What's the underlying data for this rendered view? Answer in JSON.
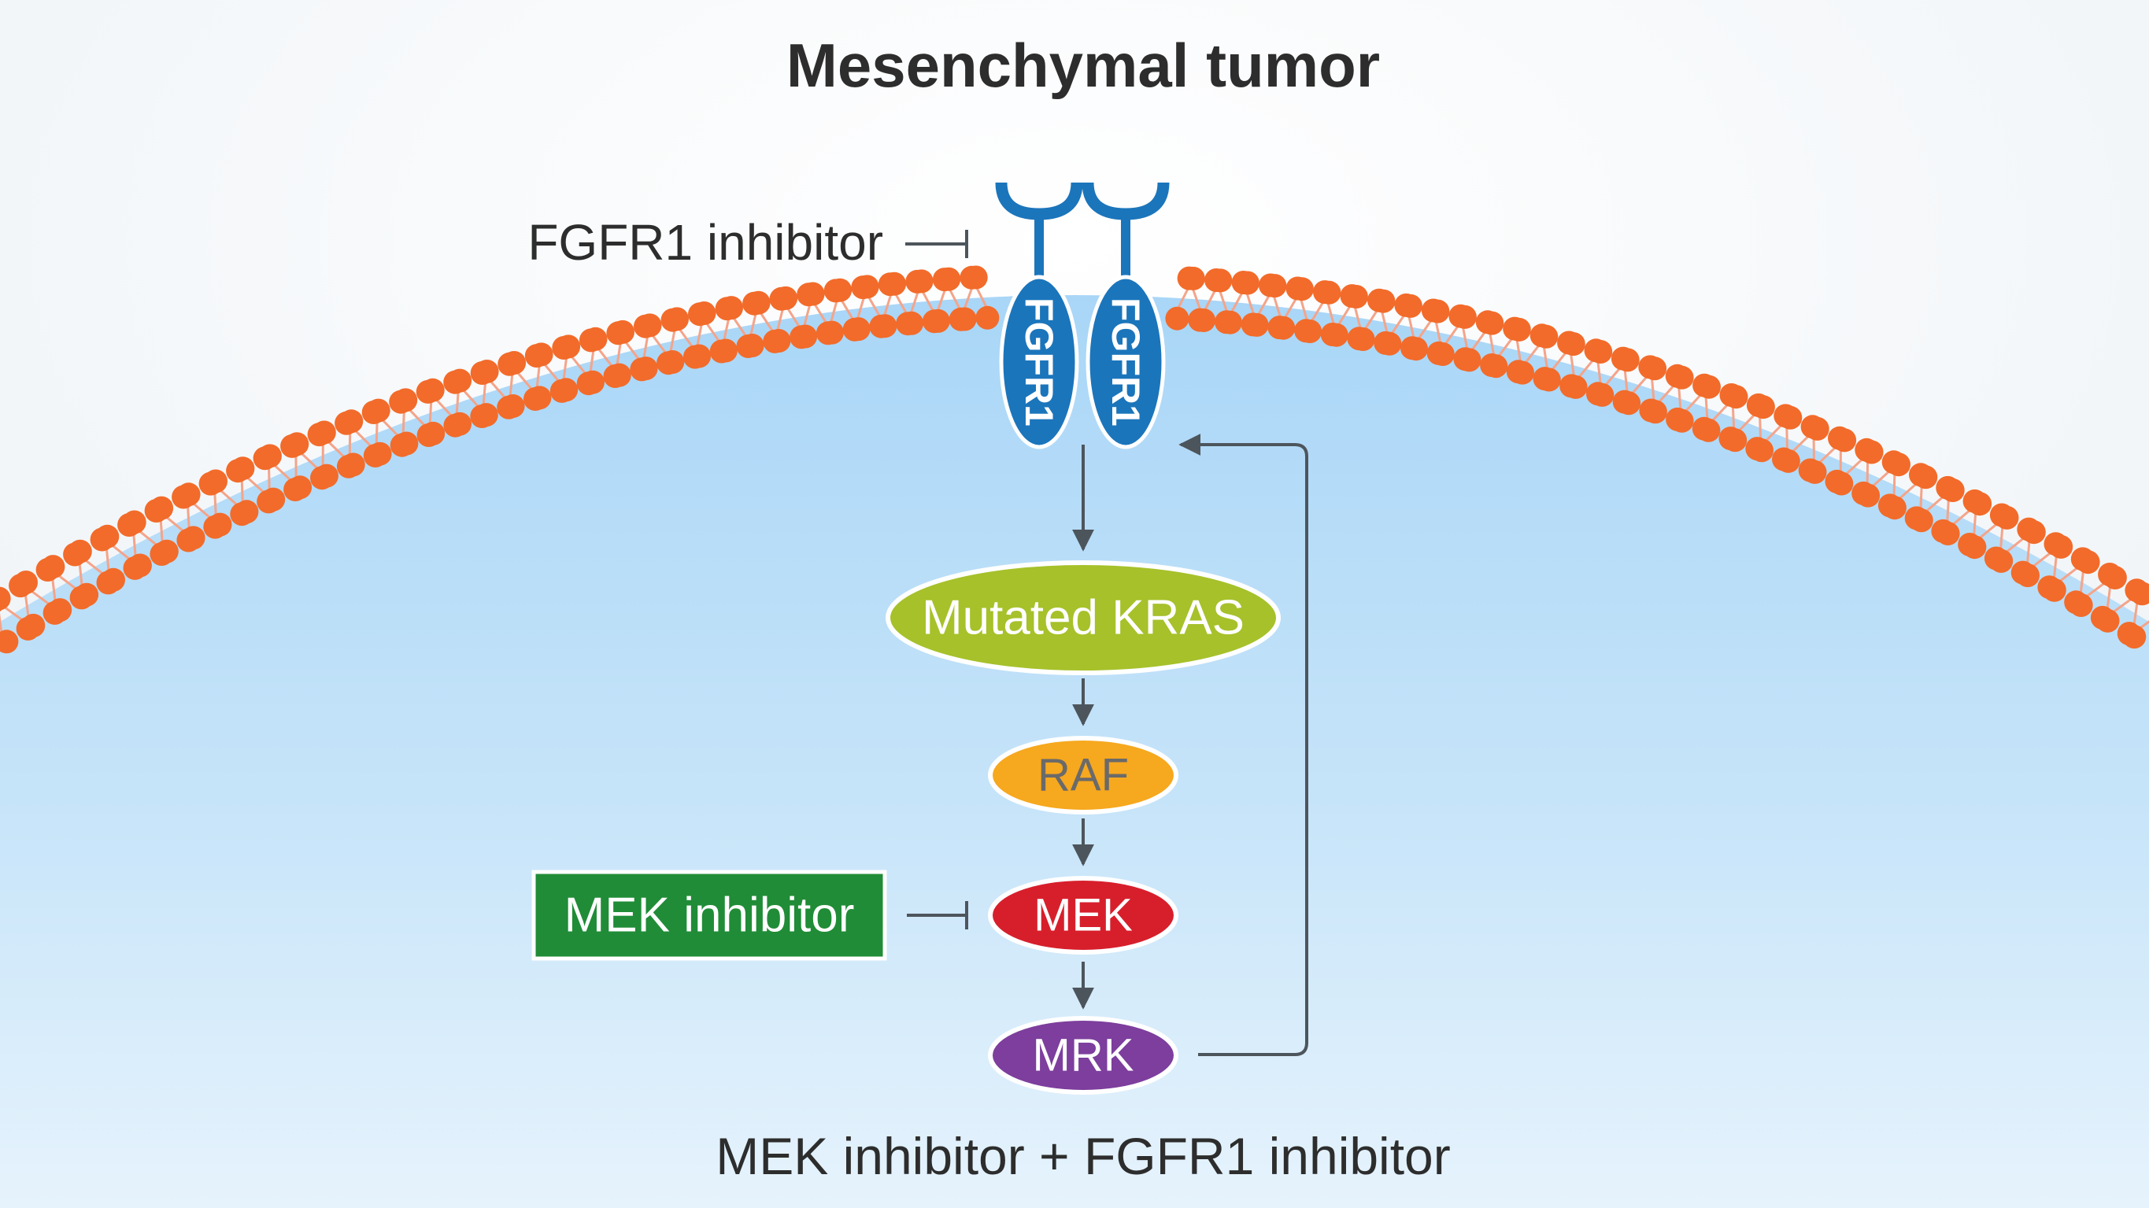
{
  "title": "Mesenchymal tumor",
  "receptor_label": "FGFR1",
  "fgfr1_inhibitor_label": "FGFR1 inhibitor",
  "mek_inhibitor_label": "MEK inhibitor",
  "nodes": {
    "kras": "Mutated KRAS",
    "raf": "RAF",
    "mek": "MEK",
    "mrk": "MRK"
  },
  "caption": "MEK inhibitor + FGFR1 inhibitor",
  "colors": {
    "membrane_head": "#f26b2a",
    "cytoplasm": "#b4dcf8",
    "receptor": "#1b75bb",
    "kras": "#a6c12a",
    "raf": "#f6a81e",
    "mek": "#d71f2c",
    "mrk": "#7d3e9d",
    "mek_inhibitor_box": "#208c37",
    "arrow": "#4d555c",
    "text": "#2d2d2d"
  }
}
